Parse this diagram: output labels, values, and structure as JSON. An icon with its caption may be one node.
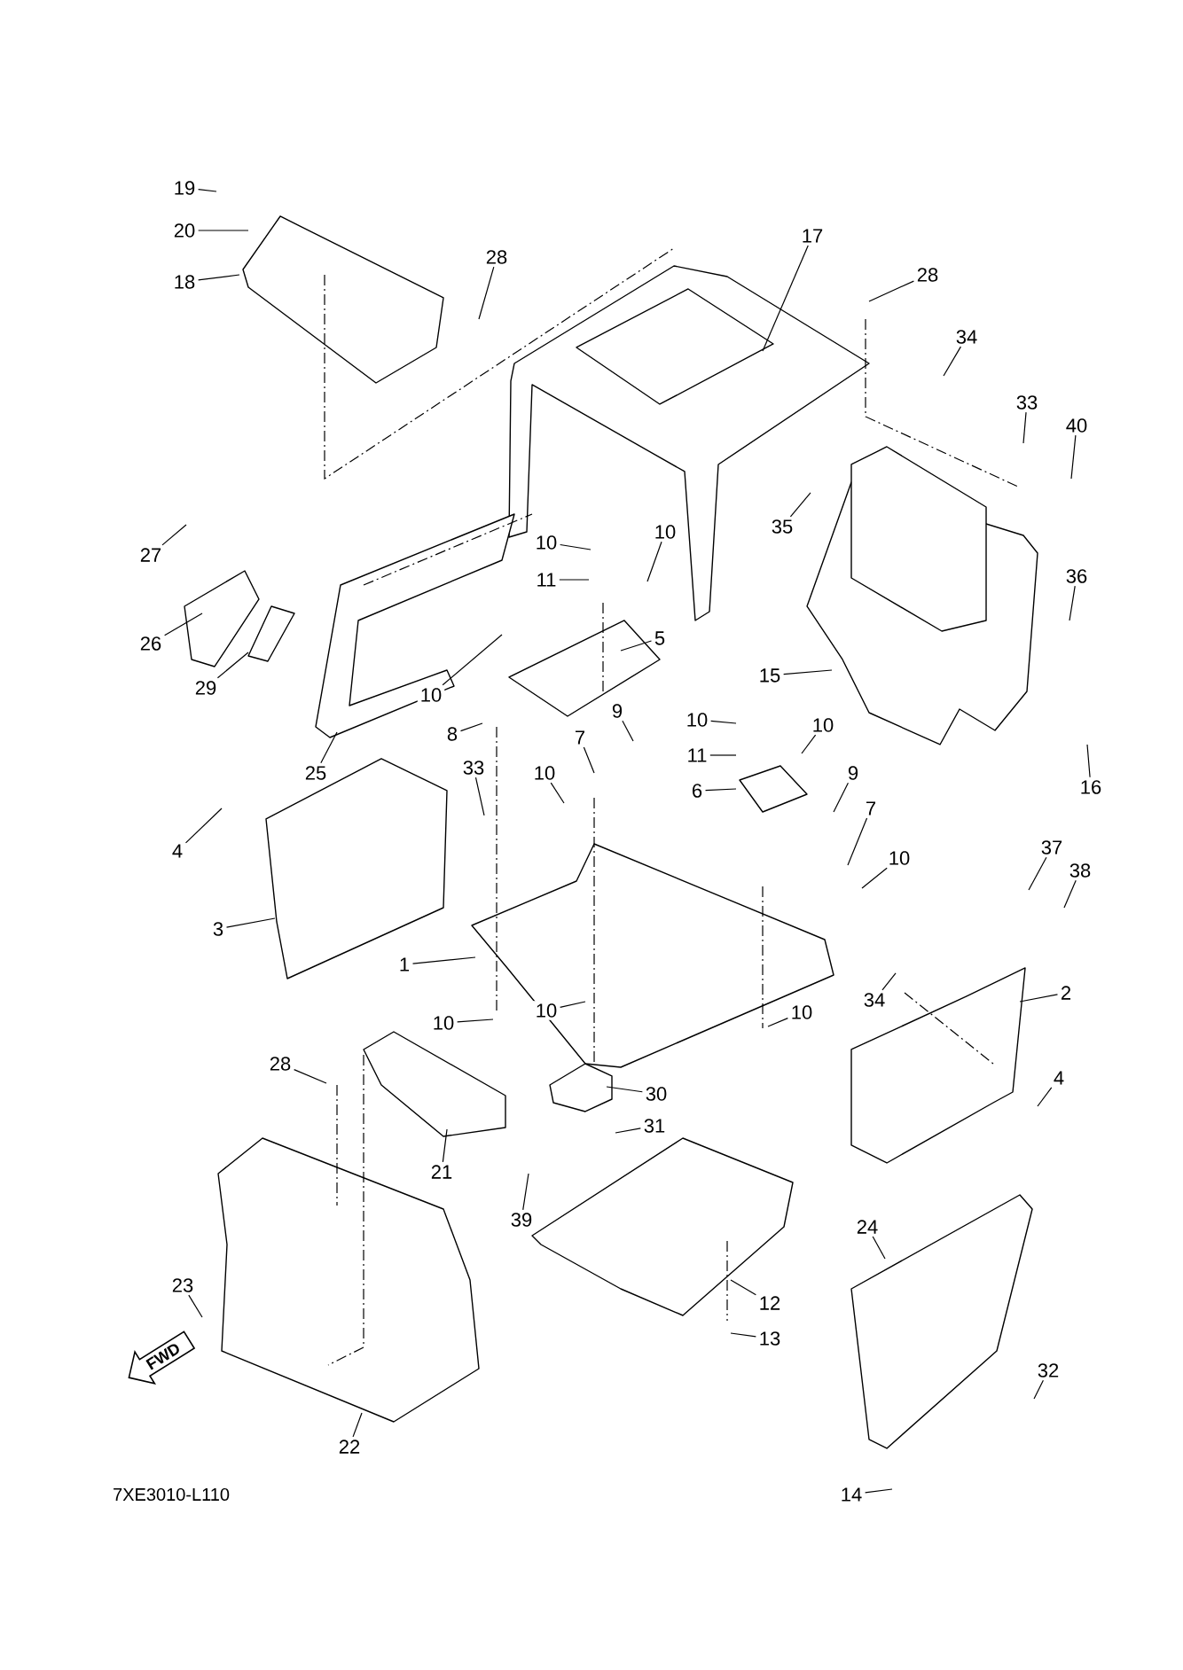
{
  "diagram": {
    "nodes": [
      {
        "text": [
          "19"
        ]
      },
      {
        "text": [
          "20"
        ]
      },
      {
        "text": [
          "18"
        ]
      },
      {
        "text": [
          "28"
        ]
      },
      {
        "text": [
          "17"
        ]
      },
      {
        "text": [
          "28"
        ]
      },
      {
        "text": [
          "34"
        ]
      },
      {
        "text": [
          "33"
        ]
      },
      {
        "text": [
          "40"
        ]
      },
      {
        "text": [
          "27"
        ]
      },
      {
        "text": [
          "10"
        ]
      },
      {
        "text": [
          "10"
        ]
      },
      {
        "text": [
          "11"
        ]
      },
      {
        "text": [
          "26"
        ]
      },
      {
        "text": [
          "29"
        ]
      },
      {
        "text": [
          "10"
        ]
      },
      {
        "text": [
          "5"
        ]
      },
      {
        "text": [
          "35"
        ]
      },
      {
        "text": [
          "36"
        ]
      },
      {
        "text": [
          "15"
        ]
      },
      {
        "text": [
          "10"
        ]
      },
      {
        "text": [
          "10"
        ]
      },
      {
        "text": [
          "11"
        ]
      },
      {
        "text": [
          "9"
        ]
      },
      {
        "text": [
          "8"
        ]
      },
      {
        "text": [
          "7"
        ]
      },
      {
        "text": [
          "25"
        ]
      },
      {
        "text": [
          "16"
        ]
      },
      {
        "text": [
          "33"
        ]
      },
      {
        "text": [
          "10"
        ]
      },
      {
        "text": [
          "6"
        ]
      },
      {
        "text": [
          "9"
        ]
      },
      {
        "text": [
          "7"
        ]
      },
      {
        "text": [
          "10"
        ]
      },
      {
        "text": [
          "4"
        ]
      },
      {
        "text": [
          "37"
        ]
      },
      {
        "text": [
          "38"
        ]
      },
      {
        "text": [
          "3"
        ]
      },
      {
        "text": [
          "1"
        ]
      },
      {
        "text": [
          "2"
        ]
      },
      {
        "text": [
          "34"
        ]
      },
      {
        "text": [
          "10"
        ]
      },
      {
        "text": [
          "10"
        ]
      },
      {
        "text": [
          "10"
        ]
      },
      {
        "text": [
          "28"
        ]
      },
      {
        "text": [
          "4"
        ]
      },
      {
        "text": [
          "30"
        ]
      },
      {
        "text": [
          "31"
        ]
      },
      {
        "text": [
          "21"
        ]
      },
      {
        "text": [
          "39"
        ]
      },
      {
        "text": [
          "24"
        ]
      },
      {
        "text": [
          "23"
        ]
      },
      {
        "text": [
          "12"
        ]
      },
      {
        "text": [
          "13"
        ]
      },
      {
        "text": [
          "32"
        ]
      },
      {
        "text": [
          "22"
        ]
      },
      {
        "text": [
          "14"
        ]
      },
      {
        "text": [
          "FWD"
        ]
      }
    ],
    "edges": [
      {
        "from": 0,
        "to": null,
        "arrow": "none"
      },
      {
        "from": 1,
        "to": null,
        "arrow": "none"
      },
      {
        "from": 2,
        "to": null,
        "arrow": "none"
      },
      {
        "from": 3,
        "to": null,
        "arrow": "none"
      },
      {
        "from": 4,
        "to": null,
        "arrow": "none"
      },
      {
        "from": 5,
        "to": null,
        "arrow": "none"
      },
      {
        "from": 6,
        "to": null,
        "arrow": "none"
      },
      {
        "from": 7,
        "to": null,
        "arrow": "none"
      },
      {
        "from": 8,
        "to": null,
        "arrow": "none"
      },
      {
        "from": 9,
        "to": null,
        "arrow": "none"
      },
      {
        "from": 10,
        "to": null,
        "arrow": "none"
      },
      {
        "from": 11,
        "to": null,
        "arrow": "none"
      },
      {
        "from": 12,
        "to": null,
        "arrow": "none"
      },
      {
        "from": 13,
        "to": null,
        "arrow": "none"
      },
      {
        "from": 14,
        "to": null,
        "arrow": "none"
      },
      {
        "from": 15,
        "to": null,
        "arrow": "none"
      },
      {
        "from": 16,
        "to": null,
        "arrow": "none"
      },
      {
        "from": 17,
        "to": null,
        "arrow": "none"
      },
      {
        "from": 18,
        "to": null,
        "arrow": "none"
      },
      {
        "from": 19,
        "to": null,
        "arrow": "none"
      },
      {
        "from": 20,
        "to": null,
        "arrow": "none"
      },
      {
        "from": 21,
        "to": null,
        "arrow": "none"
      },
      {
        "from": 22,
        "to": null,
        "arrow": "none"
      },
      {
        "from": 23,
        "to": null,
        "arrow": "none"
      },
      {
        "from": 24,
        "to": null,
        "arrow": "none"
      },
      {
        "from": 25,
        "to": null,
        "arrow": "none"
      },
      {
        "from": 26,
        "to": null,
        "arrow": "none"
      },
      {
        "from": 27,
        "to": null,
        "arrow": "none"
      },
      {
        "from": 28,
        "to": null,
        "arrow": "none"
      },
      {
        "from": 29,
        "to": null,
        "arrow": "none"
      },
      {
        "from": 30,
        "to": null,
        "arrow": "none"
      },
      {
        "from": 31,
        "to": null,
        "arrow": "none"
      },
      {
        "from": 32,
        "to": null,
        "arrow": "none"
      },
      {
        "from": 33,
        "to": null,
        "arrow": "none"
      },
      {
        "from": 34,
        "to": null,
        "arrow": "none"
      },
      {
        "from": 35,
        "to": null,
        "arrow": "none"
      },
      {
        "from": 36,
        "to": null,
        "arrow": "none"
      },
      {
        "from": 37,
        "to": null,
        "arrow": "none"
      },
      {
        "from": 38,
        "to": null,
        "arrow": "none"
      },
      {
        "from": 39,
        "to": null,
        "arrow": "none"
      },
      {
        "from": 40,
        "to": null,
        "arrow": "none"
      },
      {
        "from": 41,
        "to": null,
        "arrow": "none"
      },
      {
        "from": 42,
        "to": null,
        "arrow": "none"
      },
      {
        "from": 43,
        "to": null,
        "arrow": "none"
      },
      {
        "from": 44,
        "to": null,
        "arrow": "none"
      },
      {
        "from": 45,
        "to": null,
        "arrow": "none"
      },
      {
        "from": 46,
        "to": null,
        "arrow": "none"
      },
      {
        "from": 47,
        "to": null,
        "arrow": "none"
      },
      {
        "from": 48,
        "to": null,
        "arrow": "none"
      },
      {
        "from": 49,
        "to": null,
        "arrow": "none"
      },
      {
        "from": 50,
        "to": null,
        "arrow": "none"
      },
      {
        "from": 51,
        "to": null,
        "arrow": "none"
      },
      {
        "from": 52,
        "to": null,
        "arrow": "none"
      },
      {
        "from": 53,
        "to": null,
        "arrow": "none"
      },
      {
        "from": 54,
        "to": null,
        "arrow": "none"
      },
      {
        "from": 55,
        "to": null,
        "arrow": "none"
      },
      {
        "from": 56,
        "to": null,
        "arrow": "none"
      }
    ],
    "labels": [
      "7XE3010-L110"
    ]
  }
}
